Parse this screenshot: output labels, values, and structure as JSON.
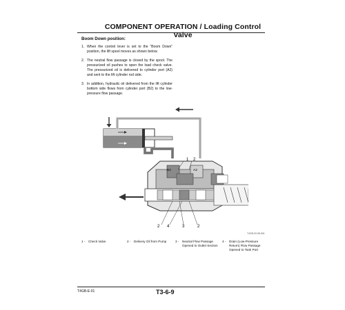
{
  "header": {
    "title": "COMPONENT OPERATION / Loading Control Valve"
  },
  "section": {
    "heading": "Boom Down position:"
  },
  "steps": [
    {
      "num": "1.",
      "text": "When the control lever is set to the “Boom Down” position, the lift spool moves as shown below."
    },
    {
      "num": "2.",
      "text": "The neutral flow passage is closed by the spool. The pressurized oil pushes to open the load check valve. The pressurized oil is delivered to cylinder port (A2) and sent to the lift cylinder rod side."
    },
    {
      "num": "3.",
      "text": "In addition, hydraulic oil delivered from the lift cylinder bottom side flows from cylinder port (B2) to the low-pressure flow passage."
    }
  ],
  "diagram": {
    "callouts": {
      "c1_top": "1",
      "c2_top": "2",
      "port_b2": "B2",
      "port_a2": "A2",
      "c2_bl": "2",
      "c4": "4",
      "c3": "3",
      "c2_br": "2"
    },
    "figure_id": "T4GB-03-08-004"
  },
  "legend": [
    {
      "num": "1 -",
      "text": "Check Valve"
    },
    {
      "num": "2 -",
      "text": "Delivery Oil from Pump"
    },
    {
      "num": "3 -",
      "text": "Neutral Flow Passage Opened to Outlet Section"
    },
    {
      "num": "4 -",
      "text": "Drain (Low-Pressure Return) Flow Passage Opened to Tank Port"
    }
  ],
  "footer": {
    "code": "T4GB-E-01",
    "page": "T3-6-9"
  }
}
